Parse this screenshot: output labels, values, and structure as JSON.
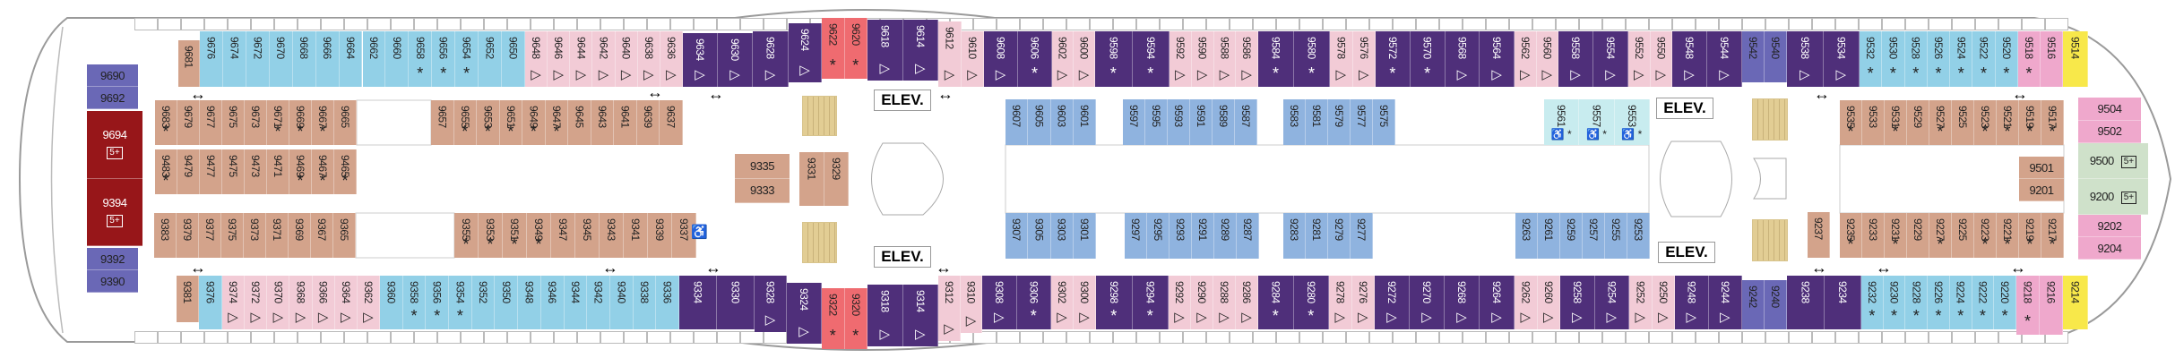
{
  "title": "Deck 9",
  "elev_label": "ELEV.",
  "colors": {
    "tan": "#d3a38b",
    "blue": "#92d0e7",
    "ibl": "#8fb3df",
    "pink": "#f2cbd6",
    "purple": "#4f2f7a",
    "red": "#ef6b70",
    "lav": "#6a68b6",
    "pink2": "#efa8cc",
    "yellow": "#f8e84a",
    "dred": "#971619",
    "teal": "#c8ecef",
    "green": "#cfe1ca"
  },
  "legend_marks": {
    "star": "*",
    "tri": "▷",
    "acc": "♿",
    "plus5": "5+"
  },
  "segments": {
    "T1": {
      "cat": "tan",
      "cabins": [
        [
          "9681"
        ]
      ]
    },
    "T2": {
      "cat": "blue",
      "cabins": [
        [
          "9676"
        ],
        [
          "9674"
        ],
        [
          "9672"
        ],
        [
          "9670"
        ],
        [
          "9668"
        ],
        [
          "9666"
        ],
        [
          "9664"
        ],
        [
          "9662"
        ],
        [
          "9660"
        ],
        [
          "9658",
          "star"
        ],
        [
          "9656",
          "star"
        ],
        [
          "9654",
          "star"
        ],
        [
          "9652"
        ],
        [
          "9650"
        ]
      ]
    },
    "T3": {
      "cat": "pink",
      "cabins": [
        [
          "9648",
          "tri"
        ],
        [
          "9646",
          "tri"
        ],
        [
          "9644",
          "tri"
        ],
        [
          "9642",
          "tri"
        ],
        [
          "9640",
          "tri"
        ],
        [
          "9638",
          "tri"
        ],
        [
          "9636",
          "tri"
        ]
      ]
    },
    "T4": {
      "cat": "purple",
      "cabins": [
        [
          "9634",
          "tri"
        ],
        [
          "9630",
          "tri"
        ]
      ]
    },
    "T5": {
      "cat": "purple",
      "cabins": [
        [
          "9628",
          "tri"
        ]
      ]
    },
    "T6": {
      "cat": "purple",
      "cabins": [
        [
          "9624",
          "tri"
        ]
      ]
    },
    "T7": {
      "cat": "red",
      "cabins": [
        [
          "9622",
          "star"
        ],
        [
          "9620",
          "star"
        ]
      ]
    },
    "T8": {
      "cat": "purple",
      "cabins": [
        [
          "9618",
          "tri"
        ],
        [
          "9614",
          "tri"
        ]
      ]
    },
    "T9": {
      "cat": "pink",
      "cabins": [
        [
          "9612",
          "tri"
        ]
      ]
    },
    "T10": {
      "cat": "pink",
      "cabins": [
        [
          "9610",
          "tri"
        ]
      ]
    },
    "T11": {
      "cat": "purple",
      "cabins": [
        [
          "9608",
          "tri"
        ],
        [
          "9606",
          "star"
        ]
      ]
    },
    "T12": {
      "cat": "pink",
      "cabins": [
        [
          "9602",
          "tri"
        ],
        [
          "9600",
          "tri"
        ]
      ]
    },
    "T13": {
      "cat": "purple",
      "cabins": [
        [
          "9598",
          "star"
        ],
        [
          "9594",
          "star"
        ]
      ]
    },
    "T14": {
      "cat": "pink",
      "cabins": [
        [
          "9592",
          "tri"
        ],
        [
          "9590",
          "tri"
        ],
        [
          "9588",
          "tri"
        ],
        [
          "9586",
          "tri"
        ]
      ]
    },
    "T15": {
      "cat": "purple",
      "cabins": [
        [
          "9584",
          "star"
        ],
        [
          "9580",
          "star"
        ]
      ]
    },
    "T16": {
      "cat": "pink",
      "cabins": [
        [
          "9578",
          "tri"
        ],
        [
          "9576",
          "tri"
        ]
      ]
    },
    "T17": {
      "cat": "purple",
      "cabins": [
        [
          "9572",
          "star"
        ],
        [
          "9570",
          "star"
        ],
        [
          "9568",
          "tri"
        ],
        [
          "9564",
          "tri"
        ]
      ]
    },
    "T18": {
      "cat": "pink",
      "cabins": [
        [
          "9562",
          "tri"
        ],
        [
          "9560",
          "tri"
        ]
      ]
    },
    "T19": {
      "cat": "purple",
      "cabins": [
        [
          "9558",
          "tri"
        ],
        [
          "9554",
          "tri"
        ]
      ]
    },
    "T20": {
      "cat": "pink",
      "cabins": [
        [
          "9552",
          "tri"
        ],
        [
          "9550",
          "tri"
        ]
      ]
    },
    "T21": {
      "cat": "purple",
      "cabins": [
        [
          "9548",
          "tri"
        ],
        [
          "9544",
          "tri"
        ]
      ]
    },
    "T22": {
      "cat": "lav",
      "cabins": [
        [
          "9542"
        ],
        [
          "9540"
        ]
      ]
    },
    "T23": {
      "cat": "purple",
      "cabins": [
        [
          "9538",
          "tri"
        ],
        [
          "9534",
          "tri"
        ]
      ]
    },
    "T24": {
      "cat": "blue",
      "cabins": [
        [
          "9532",
          "star"
        ],
        [
          "9530",
          "star"
        ],
        [
          "9528",
          "star"
        ],
        [
          "9526",
          "star"
        ],
        [
          "9524",
          "star"
        ],
        [
          "9522",
          "star"
        ],
        [
          "9520",
          "star"
        ]
      ]
    },
    "T25": {
      "cat": "pink2",
      "cabins": [
        [
          "9518",
          "star"
        ],
        [
          "9516"
        ]
      ]
    },
    "T26": {
      "cat": "yellow",
      "cabins": [
        [
          "9514"
        ]
      ]
    },
    "B1": {
      "cat": "tan",
      "cabins": [
        [
          "9381"
        ]
      ]
    },
    "B2": {
      "cat": "blue",
      "cabins": [
        [
          "9376"
        ]
      ]
    },
    "B3": {
      "cat": "pink",
      "cabins": [
        [
          "9374",
          "tri"
        ],
        [
          "9372",
          "tri"
        ],
        [
          "9370",
          "tri"
        ],
        [
          "9368",
          "tri"
        ],
        [
          "9366",
          "tri"
        ],
        [
          "9364",
          "tri"
        ],
        [
          "9362",
          "tri"
        ]
      ]
    },
    "B4": {
      "cat": "blue",
      "cabins": [
        [
          "9360"
        ],
        [
          "9358",
          "star"
        ],
        [
          "9356",
          "star"
        ],
        [
          "9354",
          "star"
        ],
        [
          "9352"
        ],
        [
          "9350"
        ],
        [
          "9348"
        ],
        [
          "9346"
        ],
        [
          "9344"
        ],
        [
          "9342"
        ],
        [
          "9340"
        ],
        [
          "9338"
        ],
        [
          "9336"
        ]
      ]
    },
    "B5": {
      "cat": "purple",
      "cabins": [
        [
          "9334"
        ],
        [
          "9330"
        ]
      ]
    },
    "B6": {
      "cat": "purple",
      "cabins": [
        [
          "9328",
          "tri"
        ]
      ]
    },
    "B7": {
      "cat": "purple",
      "cabins": [
        [
          "9324",
          "tri"
        ]
      ]
    },
    "B8": {
      "cat": "red",
      "cabins": [
        [
          "9322",
          "star"
        ],
        [
          "9320",
          "star"
        ]
      ]
    },
    "B9": {
      "cat": "purple",
      "cabins": [
        [
          "9318",
          "tri"
        ],
        [
          "9314",
          "tri"
        ]
      ]
    },
    "B10": {
      "cat": "pink",
      "cabins": [
        [
          "9312",
          "tri"
        ]
      ]
    },
    "B11": {
      "cat": "pink",
      "cabins": [
        [
          "9310",
          "tri"
        ]
      ]
    },
    "B12": {
      "cat": "purple",
      "cabins": [
        [
          "9308",
          "tri"
        ],
        [
          "9306",
          "star"
        ]
      ]
    },
    "B13": {
      "cat": "pink",
      "cabins": [
        [
          "9302",
          "tri"
        ],
        [
          "9300",
          "tri"
        ]
      ]
    },
    "B14": {
      "cat": "purple",
      "cabins": [
        [
          "9298",
          "star"
        ],
        [
          "9294",
          "star"
        ]
      ]
    },
    "B15": {
      "cat": "pink",
      "cabins": [
        [
          "9292",
          "tri"
        ],
        [
          "9290",
          "tri"
        ],
        [
          "9288",
          "tri"
        ],
        [
          "9286",
          "tri"
        ]
      ]
    },
    "B16": {
      "cat": "purple",
      "cabins": [
        [
          "9284",
          "star"
        ],
        [
          "9280",
          "star"
        ]
      ]
    },
    "B17": {
      "cat": "pink",
      "cabins": [
        [
          "9278",
          "tri"
        ],
        [
          "9276",
          "tri"
        ]
      ]
    },
    "B18": {
      "cat": "purple",
      "cabins": [
        [
          "9272",
          "tri"
        ],
        [
          "9270",
          "tri"
        ],
        [
          "9268",
          "tri"
        ],
        [
          "9264",
          "tri"
        ]
      ]
    },
    "B19": {
      "cat": "pink",
      "cabins": [
        [
          "9262",
          "tri"
        ],
        [
          "9260",
          "tri"
        ]
      ]
    },
    "B20": {
      "cat": "purple",
      "cabins": [
        [
          "9258",
          "tri"
        ],
        [
          "9254",
          "tri"
        ]
      ]
    },
    "B21": {
      "cat": "pink",
      "cabins": [
        [
          "9252",
          "tri"
        ],
        [
          "9250",
          "tri"
        ]
      ]
    },
    "B22": {
      "cat": "purple",
      "cabins": [
        [
          "9248",
          "tri"
        ],
        [
          "9244",
          "tri"
        ]
      ]
    },
    "B23": {
      "cat": "lav",
      "cabins": [
        [
          "9242"
        ],
        [
          "9240"
        ]
      ]
    },
    "B24": {
      "cat": "purple",
      "cabins": [
        [
          "9238"
        ],
        [
          "9234"
        ]
      ]
    },
    "B25": {
      "cat": "blue",
      "cabins": [
        [
          "9232",
          "star"
        ],
        [
          "9230",
          "star"
        ],
        [
          "9228",
          "star"
        ],
        [
          "9226",
          "star"
        ],
        [
          "9224",
          "star"
        ],
        [
          "9222",
          "star"
        ],
        [
          "9220",
          "star"
        ]
      ]
    },
    "B26": {
      "cat": "pink2",
      "cabins": [
        [
          "9218",
          "star"
        ],
        [
          "9216"
        ]
      ]
    },
    "B27": {
      "cat": "yellow",
      "cabins": [
        [
          "9214"
        ]
      ]
    },
    "I1": {
      "cat": "tan",
      "cabins": [
        [
          "9683",
          "star"
        ],
        [
          "9679"
        ],
        [
          "9677"
        ],
        [
          "9675"
        ],
        [
          "9673"
        ],
        [
          "9671",
          "star"
        ],
        [
          "9669",
          "star"
        ],
        [
          "9667",
          "star"
        ],
        [
          "9665"
        ]
      ]
    },
    "I2": {
      "cat": "tan",
      "cabins": [
        [
          "9483",
          "star"
        ],
        [
          "9479"
        ],
        [
          "9477"
        ],
        [
          "9475"
        ],
        [
          "9473"
        ],
        [
          "9471"
        ],
        [
          "9469",
          "star"
        ],
        [
          "9467",
          "star"
        ],
        [
          "9465",
          "star"
        ]
      ]
    },
    "I3": {
      "cat": "tan",
      "cabins": [
        [
          "9383"
        ],
        [
          "9379"
        ],
        [
          "9377"
        ],
        [
          "9375"
        ],
        [
          "9373"
        ],
        [
          "9371"
        ],
        [
          "9369"
        ],
        [
          "9367"
        ],
        [
          "9365"
        ]
      ]
    },
    "I4": {
      "cat": "tan",
      "cabins": [
        [
          "9657"
        ],
        [
          "9655",
          "star"
        ],
        [
          "9653",
          "star"
        ],
        [
          "9651",
          "star"
        ],
        [
          "9649",
          "star"
        ],
        [
          "9647",
          "star"
        ],
        [
          "9645"
        ],
        [
          "9643"
        ],
        [
          "9641"
        ],
        [
          "9639"
        ],
        [
          "9637"
        ]
      ]
    },
    "I5": {
      "cat": "tan",
      "cabins": [
        [
          "9355",
          "star"
        ],
        [
          "9353",
          "star"
        ],
        [
          "9351",
          "star"
        ],
        [
          "9349",
          "star"
        ],
        [
          "9347"
        ],
        [
          "9345"
        ],
        [
          "9343"
        ],
        [
          "9341"
        ],
        [
          "9339"
        ],
        [
          "9337",
          "acc"
        ]
      ]
    },
    "I6": {
      "cat": "ibl",
      "cabins": [
        [
          "9607"
        ],
        [
          "9605"
        ],
        [
          "9603"
        ],
        [
          "9601"
        ]
      ]
    },
    "I7": {
      "cat": "ibl",
      "cabins": [
        [
          "9597"
        ],
        [
          "9595"
        ],
        [
          "9593"
        ],
        [
          "9591"
        ],
        [
          "9589"
        ],
        [
          "9587"
        ]
      ]
    },
    "I8": {
      "cat": "ibl",
      "cabins": [
        [
          "9583"
        ],
        [
          "9581"
        ],
        [
          "9579"
        ],
        [
          "9577"
        ],
        [
          "9575"
        ]
      ]
    },
    "I9": {
      "cat": "teal",
      "cabins": [
        [
          "9561",
          "acc-star"
        ],
        [
          "9557",
          "acc-star"
        ],
        [
          "9553",
          "acc-star"
        ]
      ]
    },
    "I10": {
      "cat": "ibl",
      "cabins": [
        [
          "9307"
        ],
        [
          "9305"
        ],
        [
          "9303"
        ],
        [
          "9301"
        ]
      ]
    },
    "I11": {
      "cat": "ibl",
      "cabins": [
        [
          "9297"
        ],
        [
          "9295"
        ],
        [
          "9293"
        ],
        [
          "9291"
        ],
        [
          "9289"
        ],
        [
          "9287"
        ]
      ]
    },
    "I12": {
      "cat": "ibl",
      "cabins": [
        [
          "9283"
        ],
        [
          "9281"
        ],
        [
          "9279"
        ],
        [
          "9277"
        ]
      ]
    },
    "I13": {
      "cat": "ibl",
      "cabins": [
        [
          "9263"
        ],
        [
          "9261"
        ],
        [
          "9259"
        ],
        [
          "9257"
        ],
        [
          "9255"
        ],
        [
          "9253"
        ]
      ]
    },
    "I14": {
      "cat": "tan",
      "cabins": [
        [
          "9535",
          "star"
        ],
        [
          "9533"
        ],
        [
          "9531",
          "star"
        ],
        [
          "9529"
        ],
        [
          "9527",
          "star"
        ],
        [
          "9525"
        ],
        [
          "9523",
          "star"
        ],
        [
          "9521",
          "star"
        ],
        [
          "9519",
          "star"
        ],
        [
          "9517",
          "star"
        ]
      ]
    },
    "I15": {
      "cat": "tan",
      "cabins": [
        [
          "9237"
        ]
      ]
    },
    "I16": {
      "cat": "tan",
      "cabins": [
        [
          "9235",
          "star"
        ],
        [
          "9233"
        ],
        [
          "9231",
          "star"
        ],
        [
          "9229"
        ],
        [
          "9227",
          "star"
        ],
        [
          "9225"
        ],
        [
          "9223",
          "star"
        ],
        [
          "9221",
          "star"
        ],
        [
          "9219",
          "star"
        ],
        [
          "9217",
          "star"
        ]
      ]
    },
    "I17": {
      "cat": "tan",
      "cabins": [
        [
          "9331"
        ],
        [
          "9329"
        ]
      ]
    },
    "H1": {
      "cat": "lav",
      "cabins": [
        [
          "9690"
        ],
        [
          "9692"
        ]
      ]
    },
    "H2": {
      "cat": "dred",
      "cabins": [
        [
          "9694",
          "plus5"
        ],
        [
          "9394",
          "plus5"
        ]
      ]
    },
    "H3": {
      "cat": "lav",
      "cabins": [
        [
          "9392"
        ],
        [
          "9390"
        ]
      ]
    },
    "H4": {
      "cat": "tan",
      "cabins": [
        [
          "9335"
        ],
        [
          "9333"
        ]
      ]
    },
    "H6": {
      "cat": "tan",
      "cabins": [
        [
          "9501"
        ],
        [
          "9201"
        ]
      ]
    },
    "H7": {
      "cat": "pink2",
      "cabins": [
        [
          "9504"
        ],
        [
          "9502"
        ]
      ]
    },
    "H8": {
      "cat": "green",
      "cabins": [
        [
          "9500",
          "plus5"
        ],
        [
          "9200",
          "plus5"
        ]
      ]
    },
    "H9": {
      "cat": "pink2",
      "cabins": [
        [
          "9202"
        ],
        [
          "9204"
        ]
      ]
    }
  }
}
